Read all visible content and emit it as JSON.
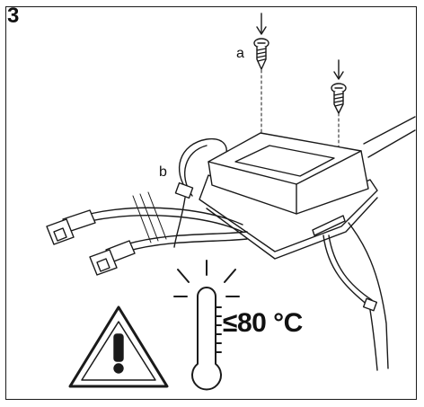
{
  "step_number": "3",
  "screw_labels": {
    "a": "a",
    "b": "b"
  },
  "temperature_limit": "≤80 °C",
  "icons": [
    "screw-icon",
    "power-supply-unit",
    "cable-tie",
    "connector-plug",
    "warning-triangle-icon",
    "thermometer-icon"
  ]
}
